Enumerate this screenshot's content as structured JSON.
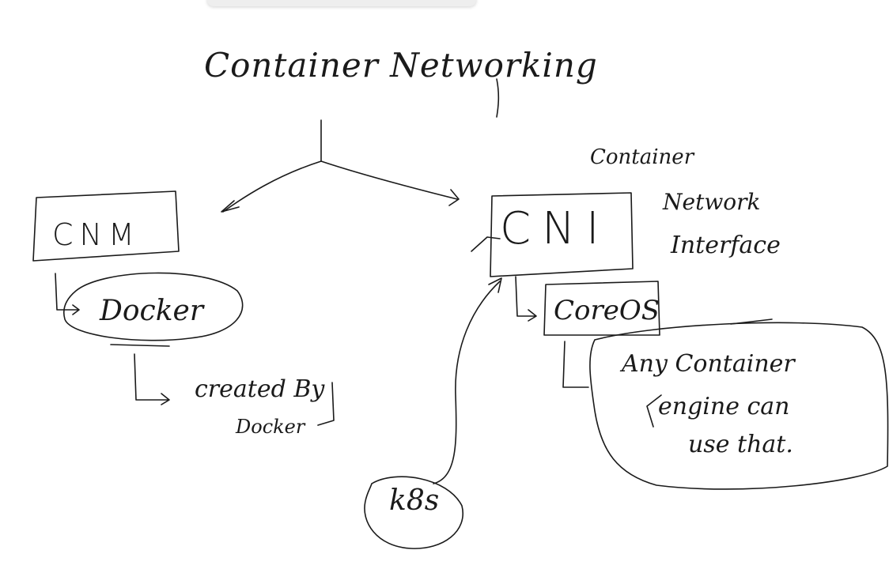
{
  "diagram": {
    "title": "Container Networking",
    "left_box": {
      "label": "CNM"
    },
    "right_box": {
      "label": "CNI"
    },
    "docker_bubble": {
      "label": "Docker"
    },
    "coreos_box": {
      "label": "CoreOS"
    },
    "created_by": {
      "line1": "created By",
      "line2": "Docker"
    },
    "k8s_bubble": {
      "label": "k8s"
    },
    "cni_fullname": {
      "line1": "Container",
      "line2": "Network",
      "line3": "Interface"
    },
    "any_engine_note": {
      "line1": "Any Container",
      "line2": "engine can",
      "line3": "use that."
    }
  },
  "colors": {
    "ink": "#1a1a1a",
    "background": "#ffffff"
  }
}
